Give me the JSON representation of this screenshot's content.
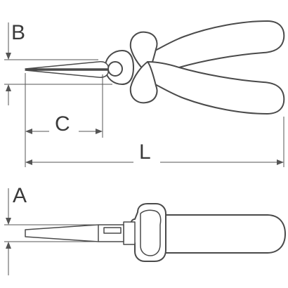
{
  "diagram": {
    "labels": {
      "a": "A",
      "b": "B",
      "c": "C",
      "l": "L"
    }
  },
  "colors": {
    "line": "#4a4a4a",
    "background": "#ffffff"
  }
}
